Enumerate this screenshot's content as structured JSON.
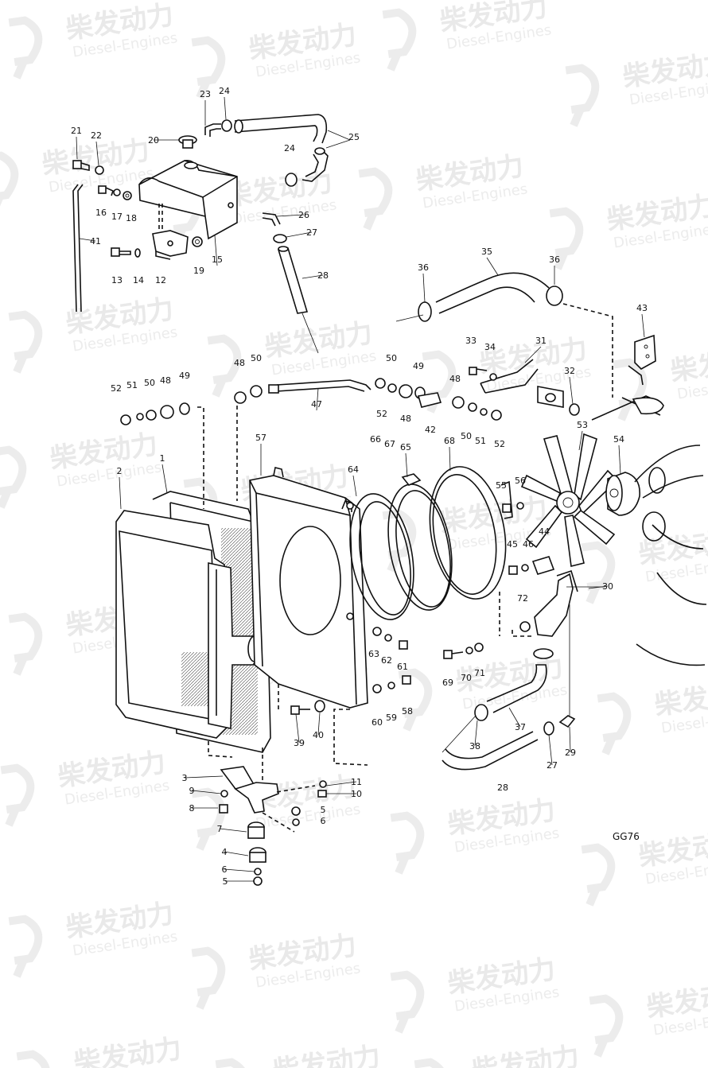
{
  "watermark": {
    "brand_cn": "柴发动力",
    "brand_en": "Diesel-Engines"
  },
  "drawing_code": "GG76",
  "callouts": [
    "1",
    "2",
    "3",
    "4",
    "5",
    "6",
    "7",
    "8",
    "9",
    "10",
    "11",
    "12",
    "13",
    "14",
    "15",
    "16",
    "17",
    "18",
    "19",
    "20",
    "21",
    "22",
    "23",
    "24",
    "25",
    "26",
    "27",
    "28",
    "29",
    "30",
    "31",
    "32",
    "33",
    "34",
    "35",
    "36",
    "37",
    "38",
    "39",
    "40",
    "41",
    "42",
    "43",
    "44",
    "45",
    "46",
    "47",
    "48",
    "49",
    "50",
    "51",
    "52",
    "53",
    "54",
    "55",
    "56",
    "57",
    "58",
    "59",
    "60",
    "61",
    "62",
    "63",
    "64",
    "65",
    "66",
    "67",
    "68",
    "69",
    "70",
    "71",
    "72"
  ],
  "colors": {
    "line": "#111111",
    "background": "#ffffff",
    "watermark": "#e8e8e8"
  }
}
